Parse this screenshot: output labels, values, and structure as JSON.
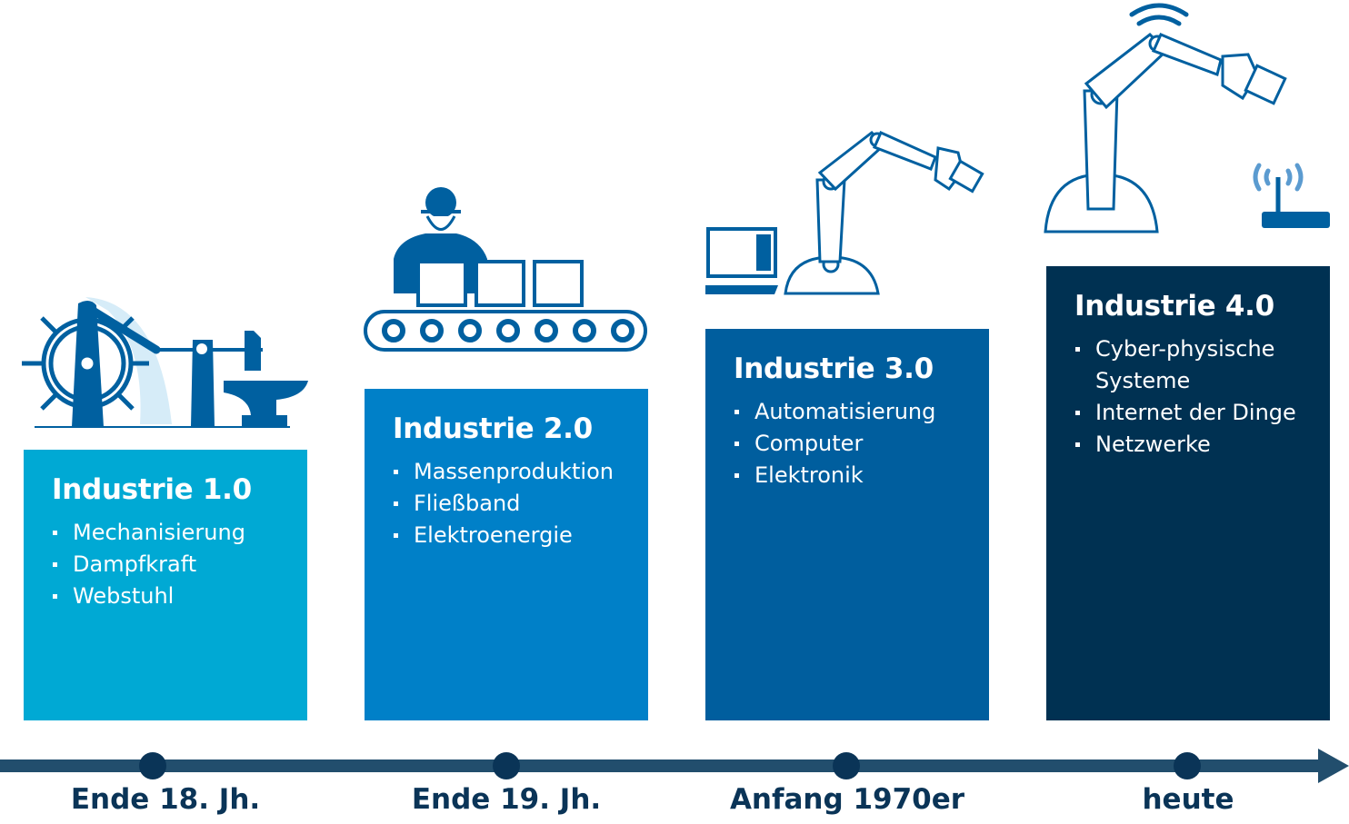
{
  "eras": [
    {
      "title": "Industrie 1.0",
      "items": [
        "Mechanisierung",
        "Dampfkraft",
        "Webstuhl"
      ],
      "time": "Ende 18. Jh.",
      "color": "#00a9d4"
    },
    {
      "title": "Industrie 2.0",
      "items": [
        "Massenproduktion",
        "Fließband",
        "Elektroenergie"
      ],
      "time": "Ende 19. Jh.",
      "color": "#0080c8"
    },
    {
      "title": "Industrie 3.0",
      "items": [
        "Automatisierung",
        "Computer",
        "Elektronik"
      ],
      "time": "Anfang 1970er",
      "color": "#005e9e"
    },
    {
      "title": "Industrie 4.0",
      "items": [
        "Cyber-physische Systeme",
        "Internet der Dinge",
        "Netzwerke"
      ],
      "time": "heute",
      "color": "#003152"
    }
  ],
  "icon_color": "#0060a0",
  "timeline_color": "#224e6d"
}
